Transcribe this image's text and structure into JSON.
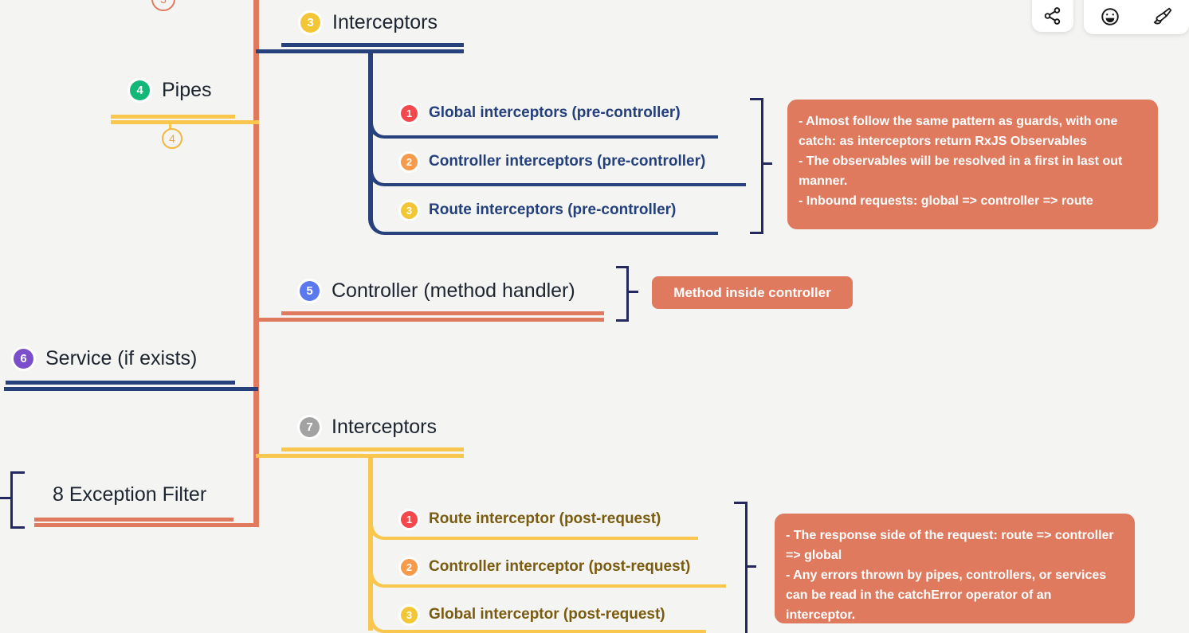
{
  "colors": {
    "background": "#f4f4f2",
    "salmon": "#e07a5f",
    "navy_line": "#27417d",
    "yellow_line": "#f9c74d",
    "bracket_navy": "#23295f",
    "main_label_text": "#1c2430",
    "pre_item_text": "#24407c",
    "post_item_text": "#7a5c10",
    "callout_bg": "#e07a5f",
    "callout_text": "#ffffff",
    "badge_red": "#f5484d",
    "badge_orange": "#f79b4b",
    "badge_yellow": "#f3c636",
    "badge_green": "#13b878",
    "badge_blue": "#5b78ee",
    "badge_purple": "#7b4ecb",
    "badge_gray": "#a2a2a2"
  },
  "markers": {
    "top_partial": "3",
    "pipes_below": "4"
  },
  "nodes": {
    "pipes": {
      "badge": "4",
      "label": "Pipes"
    },
    "interceptors_pre": {
      "badge": "3",
      "label": "Interceptors"
    },
    "pre_items": [
      {
        "badge": "1",
        "label": "Global interceptors (pre-controller)"
      },
      {
        "badge": "2",
        "label": "Controller interceptors (pre-controller)"
      },
      {
        "badge": "3",
        "label": "Route interceptors (pre-controller)"
      }
    ],
    "controller": {
      "badge": "5",
      "label": "Controller (method handler)"
    },
    "service": {
      "badge": "6",
      "label": "Service (if exists)"
    },
    "interceptors_post": {
      "badge": "7",
      "label": "Interceptors"
    },
    "exception_filter": {
      "label": "8 Exception Filter"
    },
    "post_items": [
      {
        "badge": "1",
        "label": "Route interceptor (post-request)"
      },
      {
        "badge": "2",
        "label": "Controller interceptor (post-request)"
      },
      {
        "badge": "3",
        "label": "Global interceptor (post-request)"
      }
    ]
  },
  "callouts": {
    "interceptors_pre_note": "- Almost follow the same pattern as guards, with one catch: as interceptors return RxJS Observables\n- The observables will be resolved in a first in last out manner.\n- Inbound requests: global => controller => route",
    "controller_note": "Method inside controller",
    "interceptors_post_note": "- The response side of the request: route => controller => global\n- Any errors thrown by pipes, controllers, or services can be read in the catchError operator of an interceptor."
  },
  "toolbar": {
    "icons": [
      "share",
      "emoji",
      "paint-brush"
    ]
  }
}
